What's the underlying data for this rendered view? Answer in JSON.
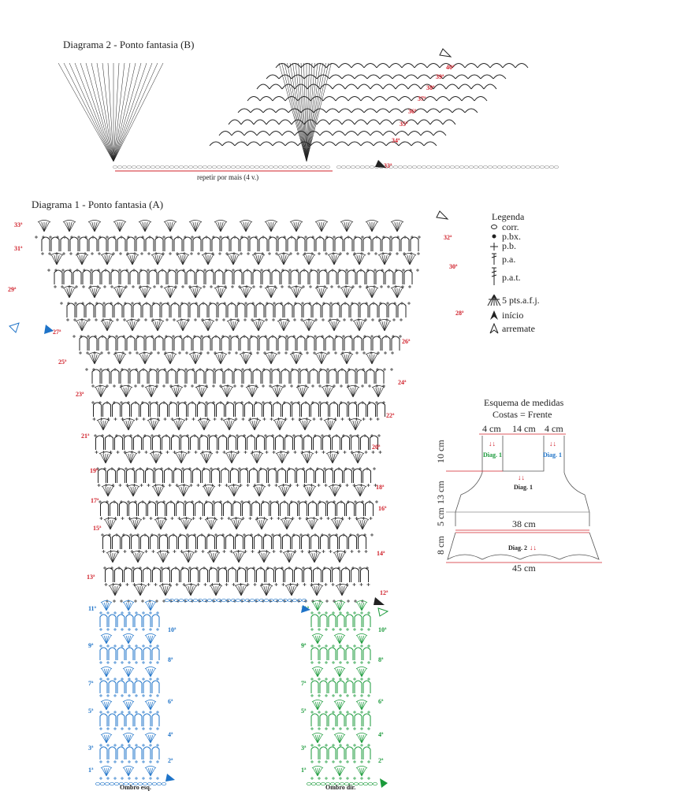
{
  "diagram2": {
    "title": "Diagrama 2 - Ponto fantasia (B)",
    "repeat_note": "repetir por mais (4 v.)",
    "rows": [
      "33ª",
      "34ª",
      "35ª",
      "36ª",
      "37ª",
      "38ª",
      "39ª",
      "40ª"
    ]
  },
  "diagram1": {
    "title": "Diagrama 1 - Ponto fantasia (A)",
    "rows_left": [
      "33ª",
      "31ª",
      "29ª",
      "27ª",
      "25ª",
      "23ª",
      "21ª",
      "19ª",
      "17ª",
      "15ª",
      "13ª"
    ],
    "rows_right": [
      "32ª",
      "30ª",
      "28ª",
      "26ª",
      "24ª",
      "22ª",
      "20ª",
      "18ª",
      "16ª",
      "14ª",
      "12ª"
    ],
    "left_shoulder": {
      "label": "Ombro esq.",
      "rows_left": [
        "11ª",
        "9ª",
        "7ª",
        "5ª",
        "3ª",
        "1ª"
      ],
      "rows_right": [
        "10ª",
        "8ª",
        "6ª",
        "4ª",
        "2ª"
      ]
    },
    "right_shoulder": {
      "label": "Ombro dir.",
      "rows_left": [
        "11ª",
        "9ª",
        "7ª",
        "5ª",
        "3ª",
        "1ª"
      ],
      "rows_right": [
        "10ª",
        "8ª",
        "6ª",
        "4ª",
        "2ª"
      ]
    }
  },
  "legend": {
    "title": "Legenda",
    "items": [
      {
        "symbol": "chain-oval-icon",
        "label": "corr."
      },
      {
        "symbol": "dot-icon",
        "label": "p.bx."
      },
      {
        "symbol": "plus-icon",
        "label": "p.b."
      },
      {
        "symbol": "dc-stitch-icon",
        "label": "p.a."
      },
      {
        "symbol": "tr-stitch-icon",
        "label": "p.a.t."
      },
      {
        "symbol": "fan-icon",
        "label": "5 pts.a.f.j."
      },
      {
        "symbol": "filled-arrow-icon",
        "label": "início"
      },
      {
        "symbol": "outline-arrow-icon",
        "label": "arremate"
      }
    ]
  },
  "schema": {
    "title": "Esquema de medidas",
    "subtitle": "Costas =  Frente",
    "top_left": "4 cm",
    "top_mid": "14 cm",
    "top_right": "4 cm",
    "diag1_left": "Diag. 1",
    "diag1_right": "Diag. 1",
    "diag1_center": "Diag. 1",
    "diag2": "Diag. 2",
    "h1": "10 cm",
    "h2": "13 cm",
    "h3": "5 cm",
    "h4": "8 cm",
    "w_mid": "38 cm",
    "w_bottom": "45 cm"
  },
  "colors": {
    "ink": "#222222",
    "row_number": "#d0202a",
    "left_shoulder": "#1e73c8",
    "right_shoulder": "#1a9a3a",
    "foundation": "#999999"
  }
}
